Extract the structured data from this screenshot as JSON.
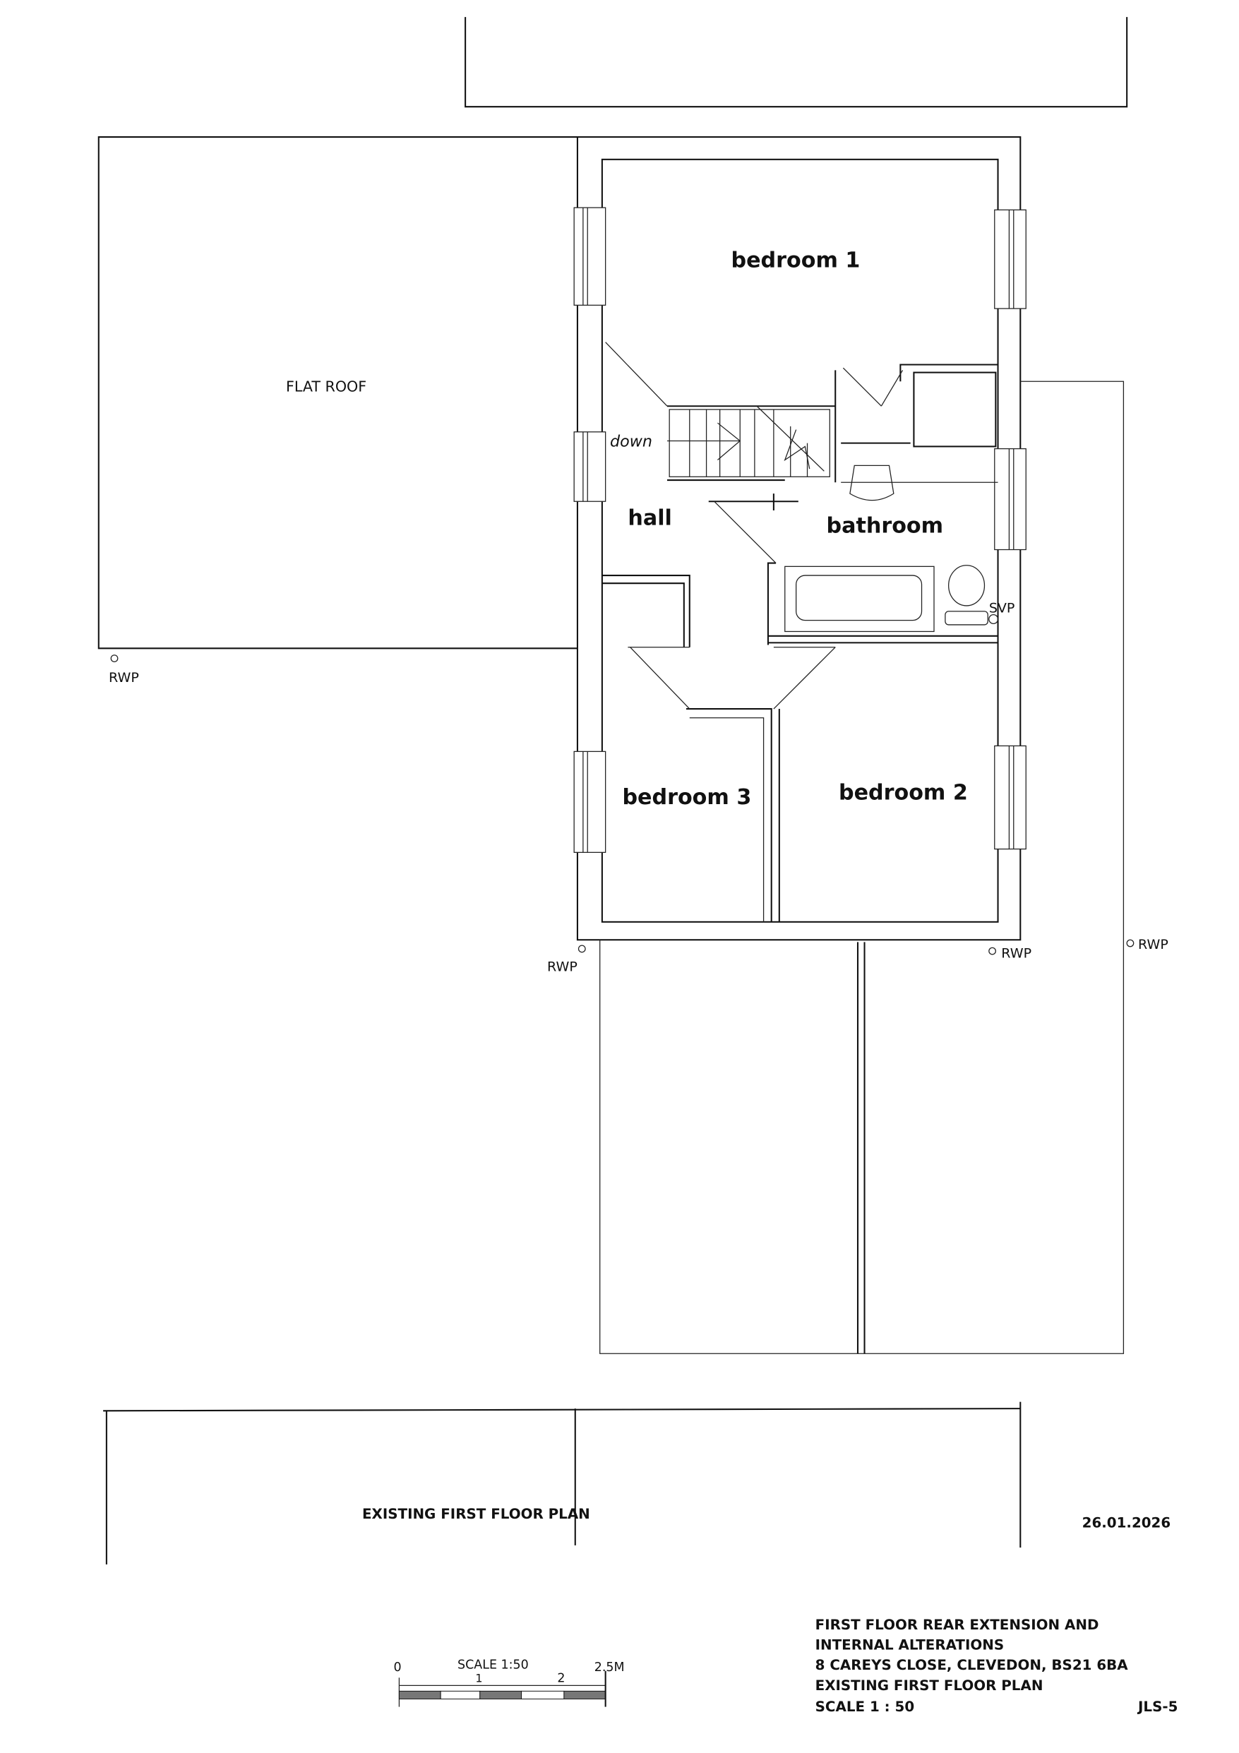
{
  "rooms": {
    "bedroom1": "bedroom 1",
    "hall": "hall",
    "bathroom": "bathroom",
    "bedroom3": "bedroom 3",
    "bedroom2": "bedroom 2"
  },
  "annotations": {
    "flat_roof": "FLAT ROOF",
    "down": "down",
    "svp": "SVP",
    "rwp": "RWP"
  },
  "drawing_title": "EXISTING FIRST FLOOR PLAN",
  "date": "26.01.2026",
  "scale_bar": {
    "label": "SCALE 1:50",
    "ticks": [
      "0",
      "1",
      "2",
      "2.5M"
    ]
  },
  "title_block": {
    "lines": [
      "FIRST FLOOR REAR EXTENSION AND",
      "INTERNAL ALTERATIONS",
      "8 CAREYS CLOSE, CLEVEDON, BS21 6BA",
      "EXISTING FIRST FLOOR PLAN",
      "SCALE  1 : 50"
    ],
    "drawing_number": "JLS-5"
  }
}
